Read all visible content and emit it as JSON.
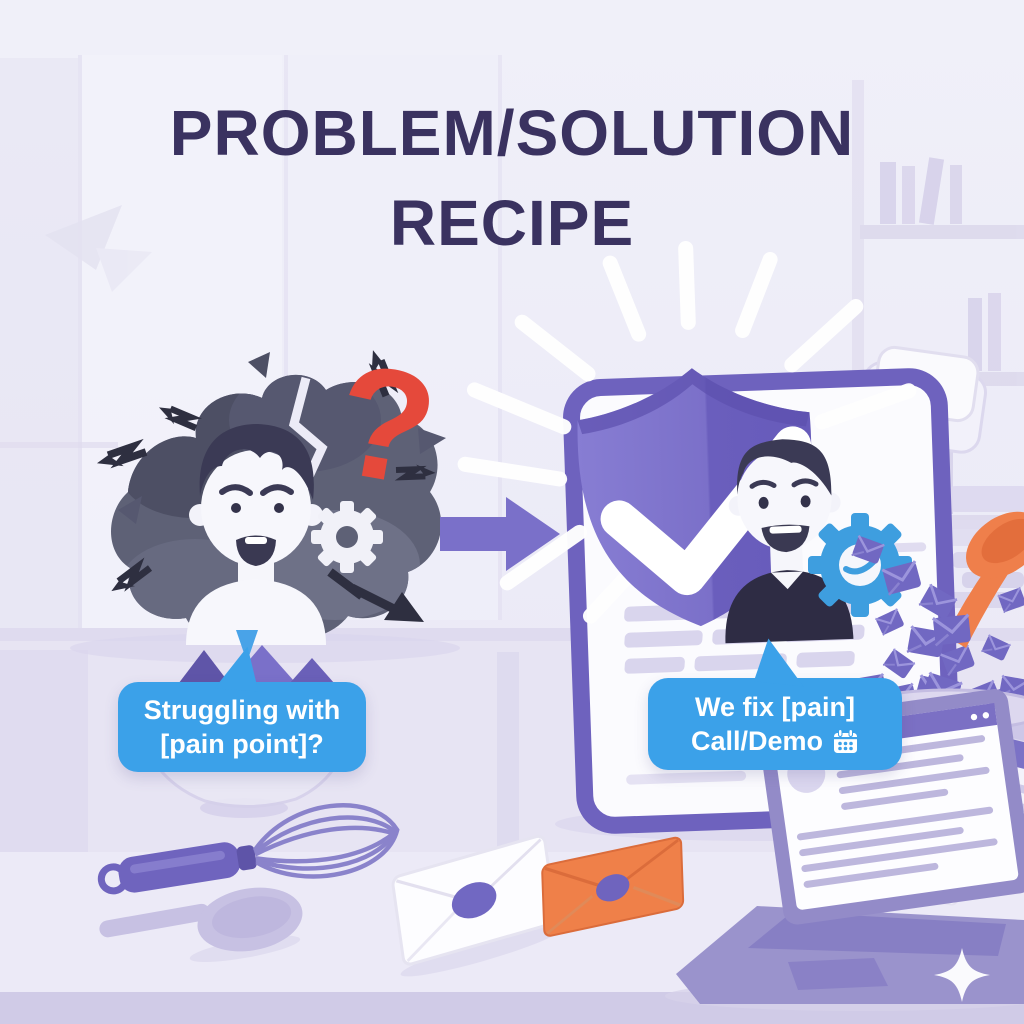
{
  "title": {
    "line1": "PROBLEM/SOLUTION",
    "line2": "RECIPE"
  },
  "problem_bubble": {
    "line1": "Struggling with",
    "line2": "[pain point]?"
  },
  "solution_bubble": {
    "line1": "We fix [pain]",
    "line2": "Call/Demo"
  },
  "icons": {
    "question_mark": "?",
    "calendar": "calendar-icon",
    "checkmark": "checkmark-icon",
    "arrow": "arrow-right-icon"
  },
  "colors": {
    "title_color": "#3a3260",
    "bubble_blue": "#3ba1e9",
    "bubble_text": "#ffffff",
    "question_red": "#e5493b",
    "arrow_purple": "#7a70c9",
    "shield_purple": "#7065c0",
    "cloud_gray": "#5e6176",
    "gear_blue": "#3e9edf",
    "envelope_purple": "#7168c2",
    "envelope_orange": "#ef8049",
    "laptop_purple": "#938bc8",
    "background_lavender": "#ecebf7"
  }
}
